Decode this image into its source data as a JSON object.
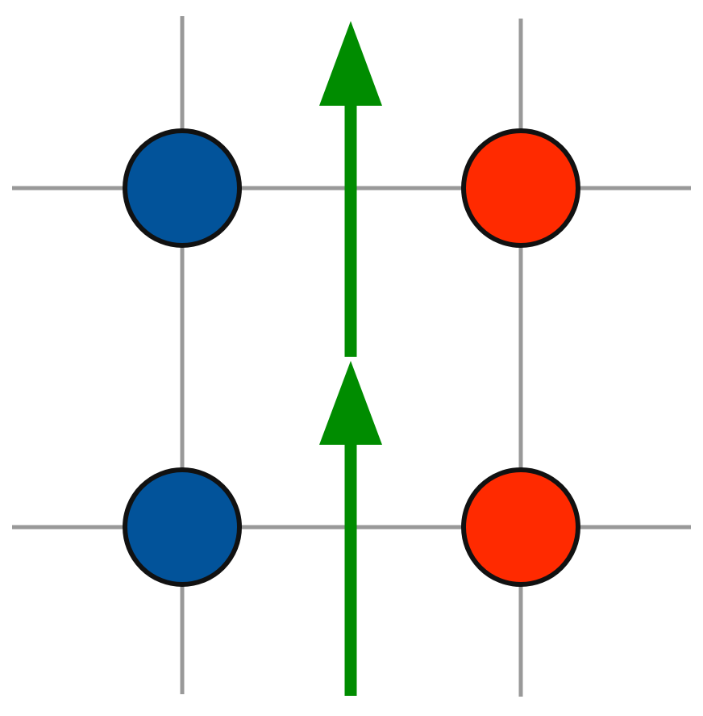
{
  "diagram": {
    "colors": {
      "background": "#ffffff",
      "grid_line": "#999999",
      "outline": "#111111",
      "arrow": "#008c00"
    },
    "grid": {
      "rows": 2,
      "columns": 2
    },
    "nodes": [
      {
        "id": "top-left",
        "row": 0,
        "col": 0,
        "color": "#02539a",
        "color_name": "blue"
      },
      {
        "id": "top-right",
        "row": 0,
        "col": 1,
        "color": "#ff2a00",
        "color_name": "red"
      },
      {
        "id": "bottom-left",
        "row": 1,
        "col": 0,
        "color": "#02539a",
        "color_name": "blue"
      },
      {
        "id": "bottom-right",
        "row": 1,
        "col": 1,
        "color": "#ff2a00",
        "color_name": "red"
      }
    ],
    "arrows": [
      {
        "id": "lower",
        "direction": "up"
      },
      {
        "id": "upper",
        "direction": "up"
      }
    ]
  }
}
